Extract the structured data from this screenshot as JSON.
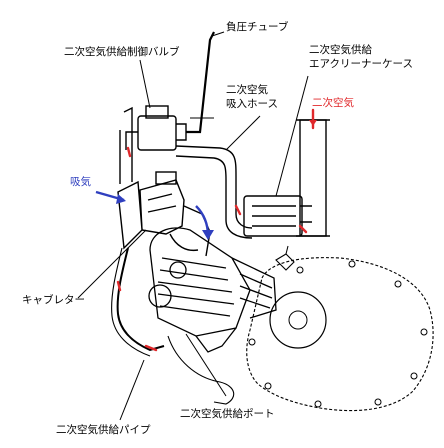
{
  "labels": {
    "negative_pressure_tube": "負圧チューブ",
    "control_valve": "二次空気供給制御バルブ",
    "aircleaner_case_line1": "二次空気供給",
    "aircleaner_case_line2": "エアクリーナーケース",
    "intake_hose_line1": "二次空気",
    "intake_hose_line2": "吸入ホース",
    "secondary_air": "二次空気",
    "intake_air": "吸気",
    "carburetor": "キャブレター",
    "supply_port": "二次空気供給ポート",
    "supply_pipe": "二次空気供給パイプ"
  },
  "colors": {
    "red_flow": "#e0282b",
    "blue_flow": "#2f3fbf",
    "line": "#000000"
  }
}
